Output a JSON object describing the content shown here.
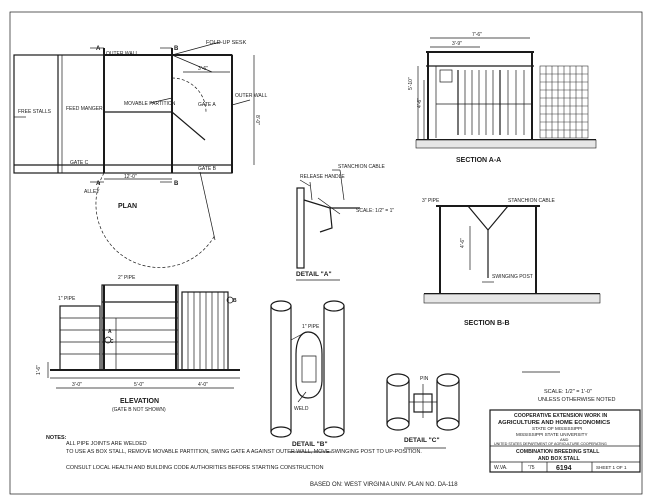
{
  "plan": {
    "title": "PLAN",
    "labels": {
      "outer_wall_top": "OUTER WALL",
      "fold_up_desk": "FOLD-UP SESK",
      "free_stalls": "FREE STALLS",
      "feed_manger": "FEED MANGER",
      "movable_partition": "MOVABLE PARTITION",
      "gate_a": "GATE A",
      "outer_wall_right": "OUTER WALL",
      "gate_c": "GATE C",
      "gate_b": "GATE B",
      "alley": "ALLEY",
      "section_a_mark_top": "A",
      "section_a_mark_bottom": "A",
      "section_b_mark_top": "B",
      "section_b_mark_bottom": "B"
    },
    "dims": {
      "d1": "3'-6\"",
      "d2": "12'-0\"",
      "d3": "8'-0\""
    }
  },
  "section_aa": {
    "title": "SECTION A-A",
    "dims": {
      "width": "7'-6\"",
      "inner": "3'-9\"",
      "h1": "5'-10\"",
      "h2": "4'-6\""
    }
  },
  "detail_a": {
    "title": "DETAIL \"A\"",
    "release_handle": "RELEASE HANDLE",
    "stanchion_cable": "STANCHION CABLE",
    "scale": "SCALE: 1/2\" = 1\""
  },
  "section_bb": {
    "title": "SECTION B-B",
    "pipe": "3\" PIPE",
    "stanchion_cable": "STANCHION CABLE",
    "swinging_post": "SWINGING POST",
    "dim": "4'-6\""
  },
  "elevation": {
    "title": "ELEVATION",
    "subtitle": "(GATE B NOT SHOWN)",
    "pipe_top": "2\" PIPE",
    "pipe_left": "1\" PIPE",
    "mark_a": "A",
    "mark_b": "B",
    "mark_c": "C",
    "dims": {
      "d1": "3'-0\"",
      "d2": "5'-0\"",
      "d3": "4'-0\"",
      "side": "1'-6\""
    }
  },
  "detail_b": {
    "title": "DETAIL \"B\"",
    "pipe": "1\" PIPE",
    "weld": "WELD"
  },
  "detail_c": {
    "title": "DETAIL \"C\"",
    "pin": "PIN"
  },
  "scale_note": {
    "line1": "SCALE: 1/2\" = 1'-0\"",
    "line2": "UNLESS OTHERWISE NOTED"
  },
  "notes": {
    "heading": "NOTES:",
    "items": [
      "ALL PIPE JOINTS ARE WELDED",
      "TO USE AS BOX STALL, REMOVE MOVABLE PARTITION, SWING GATE A AGAINST OUTER WALL, MOVE SWINGING POST TO UP-POSITION.",
      "CONSULT LOCAL HEALTH AND BUILDING CODE AUTHORITIES BEFORE STARTING CONSTRUCTION"
    ]
  },
  "title_block": {
    "line1": "COOPERATIVE EXTENSION WORK IN",
    "line2": "AGRICULTURE AND HOME ECONOMICS",
    "line3": "STATE OF MISSISSIPPI",
    "line4": "MISSISSIPPI STATE UNIVERSITY",
    "line5": "AND",
    "line6": "UNITED STATES DEPARTMENT OF AGRICULTURE COOPERATING",
    "drawing_title_1": "COMBINATION BREEDING STALL",
    "drawing_title_2": "AND BOX STALL",
    "state": "W.VA.",
    "year": "'75",
    "plan_no": "6194",
    "sheet": "SHEET 1 OF 1"
  },
  "footer": "BASED ON: WEST VIRGINIA UNIV. PLAN NO. DA-118"
}
